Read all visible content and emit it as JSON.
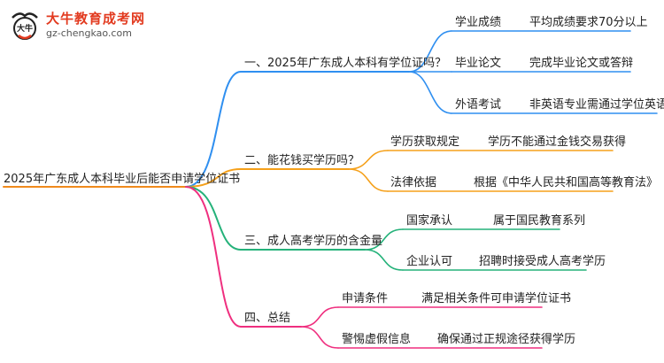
{
  "logo": {
    "title": "大牛教育成考网",
    "url": "gz-chengkao.com",
    "mark_text": "大牛"
  },
  "colors": {
    "blue": "#2f8ff0",
    "orange": "#f5a01a",
    "green": "#25b27a",
    "pink": "#ef2f7f",
    "root_line": "#f08a1c"
  },
  "root": "2025年广东成人本科毕业后能否申请学位证书",
  "branches": [
    {
      "label": "一、2025年广东成人本科有学位证吗？",
      "color": "blue",
      "children": [
        {
          "key": "学业成绩",
          "value": "平均成绩要求70分以上"
        },
        {
          "key": "毕业论文",
          "value": "完成毕业论文或答辩"
        },
        {
          "key": "外语考试",
          "value": "非英语专业需通过学位英语考试"
        }
      ]
    },
    {
      "label": "二、能花钱买学历吗？",
      "color": "orange",
      "children": [
        {
          "key": "学历获取规定",
          "value": "学历不能通过金钱交易获得"
        },
        {
          "key": "法律依据",
          "value": "根据《中华人民共和国高等教育法》"
        }
      ]
    },
    {
      "label": "三、成人高考学历的含金量",
      "color": "green",
      "children": [
        {
          "key": "国家承认",
          "value": "属于国民教育系列"
        },
        {
          "key": "企业认可",
          "value": "招聘时接受成人高考学历"
        }
      ]
    },
    {
      "label": "四、总结",
      "color": "pink",
      "children": [
        {
          "key": "申请条件",
          "value": "满足相关条件可申请学位证书"
        },
        {
          "key": "警惕虚假信息",
          "value": "确保通过正规途径获得学历"
        }
      ]
    }
  ]
}
